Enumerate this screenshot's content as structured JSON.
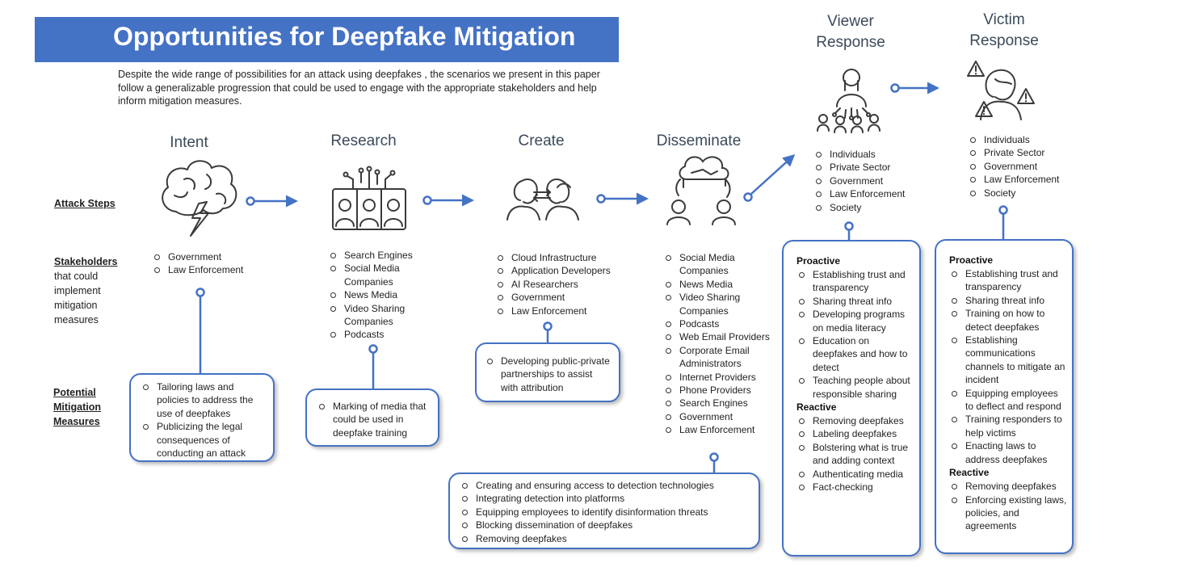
{
  "title": "Opportunities for Deepfake Mitigation",
  "intro": "Despite the wide range of possibilities for an attack using  deepfakes , the scenarios we present in this paper follow a generalizable progression that could be used to engage with the appropriate stakeholders and help inform mitigation measures.",
  "row_labels": {
    "attack_steps": "Attack Steps",
    "stakeholders_head": "Stakeholders",
    "stakeholders_rest": "that could implement mitigation measures",
    "potential_1": "Potential",
    "potential_2": "Mitigation",
    "potential_3": "Measures"
  },
  "stages": {
    "intent": {
      "label": "Intent",
      "icon": "brain-lightning-icon",
      "stakeholders": [
        "Government",
        "Law Enforcement"
      ],
      "measures": [
        "Tailoring laws and policies to address the use of deepfakes",
        "Publicizing the legal consequences of conducting an attack"
      ]
    },
    "research": {
      "label": "Research",
      "icon": "people-network-icon",
      "stakeholders": [
        "Search Engines",
        "Social Media Companies",
        "News Media",
        "Video Sharing Companies",
        "Podcasts"
      ],
      "measures": [
        "Marking of media that could be used in deepfake training"
      ]
    },
    "create": {
      "label": "Create",
      "icon": "face-swap-icon",
      "stakeholders": [
        "Cloud Infrastructure",
        "Application Developers",
        "AI Researchers",
        "Government",
        "Law Enforcement"
      ],
      "measures": [
        "Developing public-private partnerships to assist with attribution"
      ]
    },
    "disseminate": {
      "label": "Disseminate",
      "icon": "cloud-share-icon",
      "stakeholders": [
        "Social Media Companies",
        "News Media",
        "Video Sharing Companies",
        "Podcasts",
        "Web Email Providers",
        "Corporate Email Administrators",
        "Internet Providers",
        "Phone Providers",
        "Search Engines",
        "Government",
        "Law Enforcement"
      ],
      "measures": [
        "Creating and ensuring access to detection technologies",
        "Integrating detection into platforms",
        "Equipping employees to identify disinformation threats",
        "Blocking dissemination of deepfakes",
        "Removing deepfakes"
      ]
    }
  },
  "responses": {
    "viewer": {
      "label": "Viewer Response",
      "icon": "audience-icon",
      "stakeholders": [
        "Individuals",
        "Private Sector",
        "Government",
        "Law Enforcement",
        "Society"
      ],
      "proactive_label": "Proactive",
      "proactive": [
        "Establishing trust and transparency",
        "Sharing threat info",
        "Developing programs on media literacy",
        "Education on deepfakes and how to detect",
        "Teaching people about responsible sharing"
      ],
      "reactive_label": "Reactive",
      "reactive": [
        "Removing deepfakes",
        "Labeling deepfakes",
        "Bolstering what is true and adding context",
        "Authenticating media",
        "Fact-checking"
      ]
    },
    "victim": {
      "label": "Victim Response",
      "icon": "person-warning-icon",
      "stakeholders": [
        "Individuals",
        "Private Sector",
        "Government",
        "Law Enforcement",
        "Society"
      ],
      "proactive_label": "Proactive",
      "proactive": [
        "Establishing trust and transparency",
        "Sharing threat info",
        "Training on how to detect deepfakes",
        "Establishing communications channels to mitigate an incident",
        "Equipping employees to deflect and respond",
        "Training responders to help victims",
        "Enacting laws to address deepfakes"
      ],
      "reactive_label": "Reactive",
      "reactive": [
        "Removing deepfakes",
        "Enforcing existing laws, policies, and agreements"
      ]
    }
  },
  "colors": {
    "accent": "#4472c4",
    "title_bar": "#4472c4",
    "icon_stroke": "#3a3a3a"
  }
}
